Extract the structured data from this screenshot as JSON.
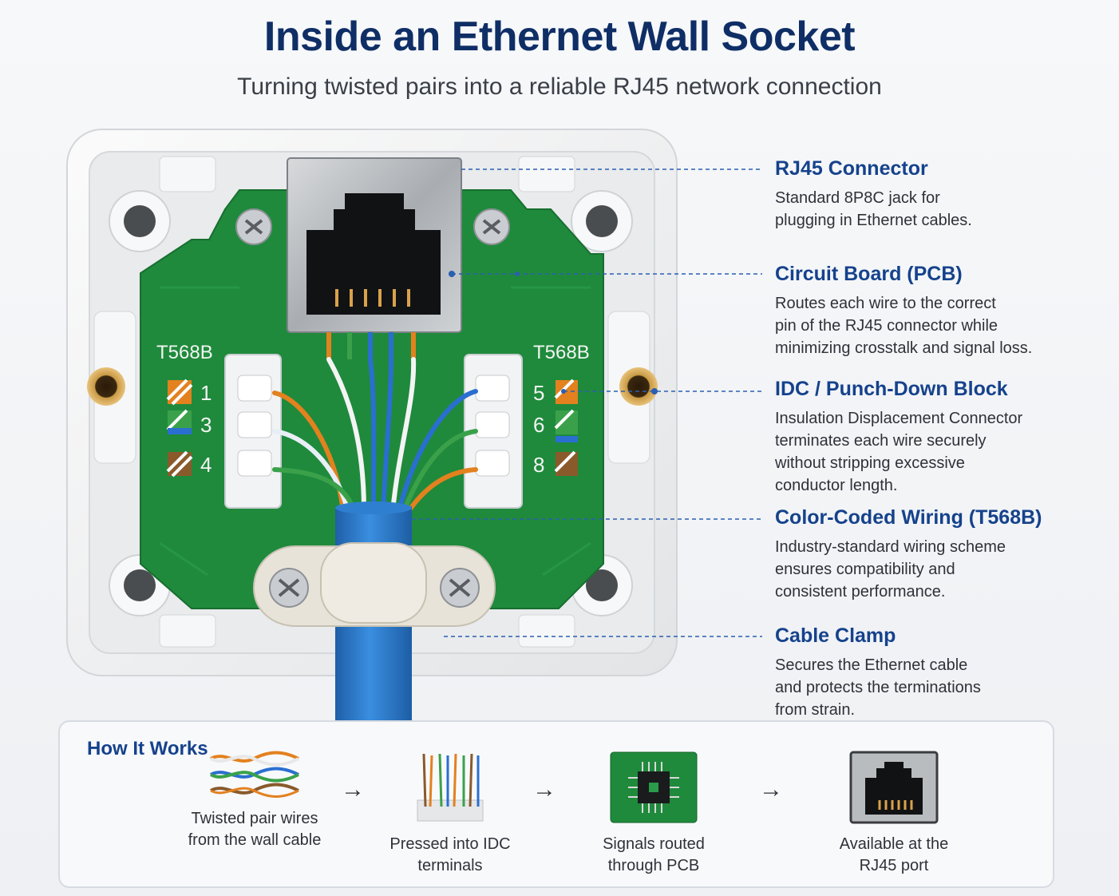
{
  "header": {
    "title": "Inside an Ethernet Wall Socket",
    "subtitle": "Turning twisted pairs into a reliable RJ45 network connection"
  },
  "diagram": {
    "left_block_label": "T568B",
    "right_block_label": "T568B",
    "left_pins": [
      "1",
      "3",
      "4"
    ],
    "right_pins": [
      "5",
      "6",
      "8"
    ],
    "colors": {
      "pcb": "#1f8a3c",
      "cable": "#2b7cc9",
      "faceplate": "#f1f2f3",
      "orange": "#e3811f",
      "green": "#3aa14a",
      "blue": "#2a6fd0",
      "brown": "#8a5a2b"
    }
  },
  "callouts": [
    {
      "title": "RJ45 Connector",
      "desc": [
        "Standard 8P8C jack for",
        "plugging in Ethernet cables."
      ]
    },
    {
      "title": "Circuit Board (PCB)",
      "desc": [
        "Routes each wire to the correct",
        "pin of the RJ45 connector while",
        "minimizing crosstalk and signal loss."
      ]
    },
    {
      "title": "IDC / Punch-Down Block",
      "desc": [
        "Insulation Displacement Connector",
        "terminates each wire securely",
        "without stripping excessive",
        "conductor length."
      ]
    },
    {
      "title": "Color-Coded Wiring (T568B)",
      "desc": [
        "Industry-standard wiring scheme",
        "ensures compatibility and",
        "consistent performance."
      ]
    },
    {
      "title": "Cable Clamp",
      "desc": [
        "Secures the Ethernet cable",
        "and protects the terminations",
        "from strain."
      ]
    }
  ],
  "how_it_works": {
    "title": "How It Works",
    "steps": [
      {
        "icon": "twisted-pair-icon",
        "line1": "Twisted pair wires",
        "line2": "from the wall cable"
      },
      {
        "icon": "idc-terminal-icon",
        "line1": "Pressed into IDC",
        "line2": "terminals"
      },
      {
        "icon": "pcb-chip-icon",
        "line1": "Signals routed",
        "line2": "through PCB"
      },
      {
        "icon": "rj45-port-icon",
        "line1": "Available at the",
        "line2": "RJ45 port"
      }
    ],
    "arrow": "→"
  }
}
